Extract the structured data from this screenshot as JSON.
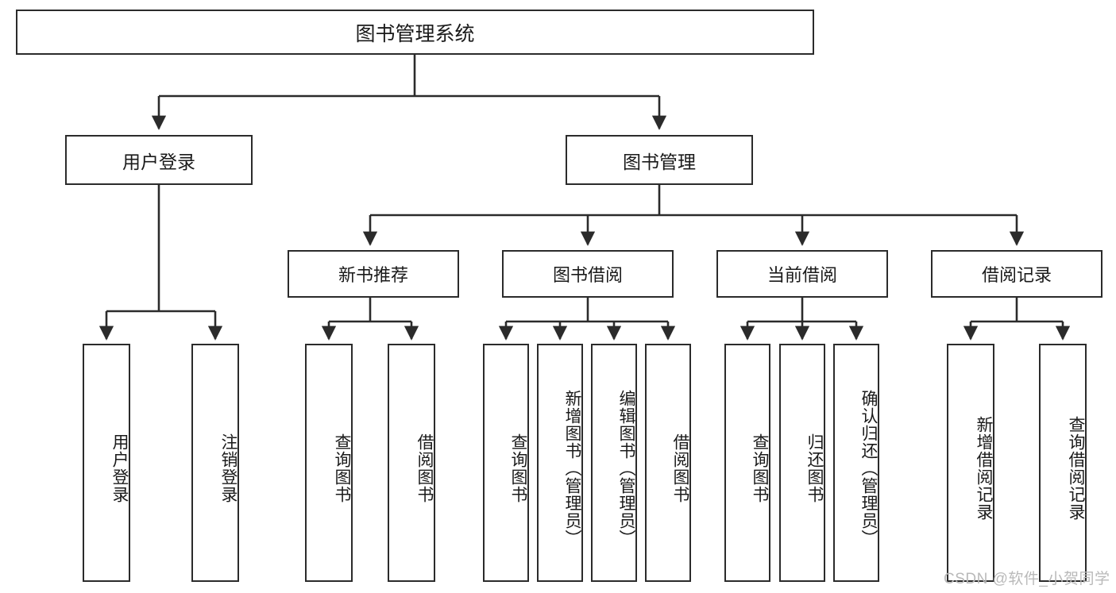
{
  "diagram": {
    "type": "tree-hierarchy-diagram",
    "title": "图书管理系统",
    "orientation": "top-down",
    "colors": {
      "box_border": "#2b2b2b",
      "box_fill": "#ffffff",
      "connector": "#2b2b2b",
      "text": "#1a1a1a",
      "watermark": "#b9b9b9"
    },
    "root": {
      "label": "图书管理系统"
    },
    "level2": [
      {
        "id": "user-login",
        "label": "用户登录"
      },
      {
        "id": "book-management",
        "label": "图书管理"
      }
    ],
    "level3": [
      {
        "id": "new-book-recommend",
        "label": "新书推荐"
      },
      {
        "id": "book-borrow",
        "label": "图书借阅"
      },
      {
        "id": "current-borrow",
        "label": "当前借阅"
      },
      {
        "id": "borrow-record",
        "label": "借阅记录"
      }
    ],
    "leaves": {
      "user_login": [
        {
          "id": "leaf-user-login",
          "label": "用户登录"
        },
        {
          "id": "leaf-user-logout",
          "label": "注销登录"
        }
      ],
      "new_book_recommend": [
        {
          "id": "leaf-query-book-1",
          "label": "查询图书"
        },
        {
          "id": "leaf-borrow-book-1",
          "label": "借阅图书"
        }
      ],
      "book_borrow": [
        {
          "id": "leaf-query-book-2",
          "label": "查询图书"
        },
        {
          "id": "leaf-add-book",
          "label": "新增图书（管理员）"
        },
        {
          "id": "leaf-edit-book",
          "label": "编辑图书（管理员）"
        },
        {
          "id": "leaf-borrow-book-2",
          "label": "借阅图书"
        }
      ],
      "current_borrow": [
        {
          "id": "leaf-query-book-3",
          "label": "查询图书"
        },
        {
          "id": "leaf-return-book",
          "label": "归还图书"
        },
        {
          "id": "leaf-confirm-return",
          "label": "确认归还（管理员）"
        }
      ],
      "borrow_record": [
        {
          "id": "leaf-add-record",
          "label": "新增借阅记录"
        },
        {
          "id": "leaf-query-record",
          "label": "查询借阅记录"
        }
      ]
    }
  },
  "watermark": {
    "text": "CSDN @软件_小贺同学"
  }
}
